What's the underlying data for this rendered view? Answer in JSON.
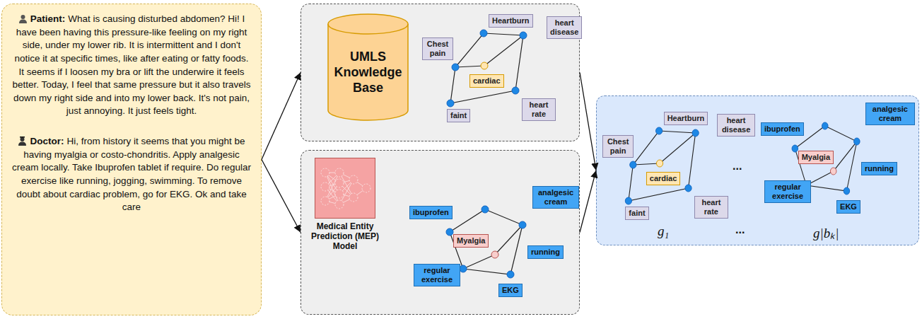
{
  "diagram": {
    "nodes": [
      {
        "text": [
          "Patient:",
          "What is causing disturbed abdomen? Hi! I have been having this pressure-like feeling on my right side, under my lower rib. It is intermittent and I don't notice it at specific times, like after eating or fatty foods. It seems if I loosen my bra or lift the underwire it feels better. Today, I feel that same pressure but it also travels down my right side and into my lower back. It's not pain, just annoying. It just feels tight.",
          "Doctor:",
          "Hi, from history it seems that you might be having myalgia or costo-chondritis. Apply analgesic cream locally. Take Ibuprofen tablet if require. Do regular exercise like running, jogging, swimming. To remove doubt about cardiac problem, go for EKG. Ok and take care"
        ]
      },
      {
        "text": []
      },
      {
        "text": [
          "UMLS Knowledge Base"
        ],
        "in": 1
      },
      {
        "text": [
          "Heartburn"
        ],
        "in": 1
      },
      {
        "text": [
          "heart disease"
        ],
        "in": 1
      },
      {
        "text": [
          "Chest pain"
        ],
        "in": 1
      },
      {
        "text": [
          "cardiac"
        ],
        "in": 1
      },
      {
        "text": [
          "faint"
        ],
        "in": 1
      },
      {
        "text": [
          "heart rate"
        ],
        "in": 1
      },
      {
        "text": []
      },
      {
        "text": [
          "Medical Entity Prediction (MEP) Model"
        ],
        "in": 9
      },
      {
        "text": [
          "analgesic cream"
        ],
        "in": 9
      },
      {
        "text": [
          "ibuprofen"
        ],
        "in": 9
      },
      {
        "text": [
          "Myalgia"
        ],
        "in": 9
      },
      {
        "text": [
          "running"
        ],
        "in": 9
      },
      {
        "text": [
          "regular exercise"
        ],
        "in": 9
      },
      {
        "text": [
          "EKG"
        ],
        "in": 9
      },
      {
        "text": []
      },
      {
        "text": [
          "Heartburn"
        ],
        "in": 17
      },
      {
        "text": [
          "heart disease"
        ],
        "in": 17
      },
      {
        "text": [
          "Chest pain"
        ],
        "in": 17
      },
      {
        "text": [
          "cardiac"
        ],
        "in": 17
      },
      {
        "text": [
          "faint"
        ],
        "in": 17
      },
      {
        "text": [
          "heart rate"
        ],
        "in": 17
      },
      {
        "text": [
          "analgesic cream"
        ],
        "in": 17
      },
      {
        "text": [
          "ibuprofen"
        ],
        "in": 17
      },
      {
        "text": [
          "Myalgia"
        ],
        "in": 17
      },
      {
        "text": [
          "running"
        ],
        "in": 17
      },
      {
        "text": [
          "regular exercise"
        ],
        "in": 17
      },
      {
        "text": [
          "EKG"
        ],
        "in": 17
      }
    ],
    "edges": [
      {
        "from": 0,
        "to": 1,
        "arrow": "to"
      },
      {
        "from": 0,
        "to": 9,
        "arrow": "to"
      },
      {
        "from": 1,
        "to": 17,
        "arrow": "to"
      },
      {
        "from": 9,
        "to": 17,
        "arrow": "to"
      }
    ],
    "labels": [
      "...",
      "g₁",
      "...",
      "g|bₖ|"
    ]
  }
}
